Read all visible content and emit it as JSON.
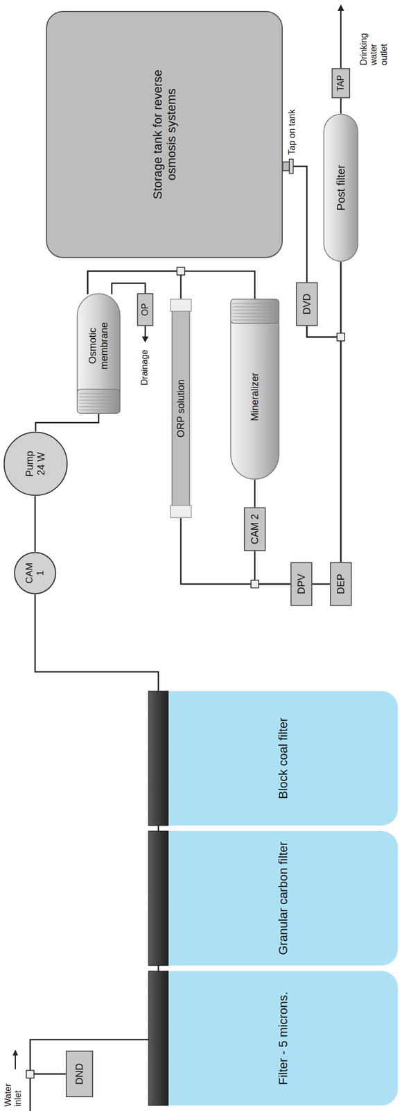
{
  "diagram": {
    "nodes": [
      {
        "text": [
          "DND"
        ]
      },
      {
        "text": [
          "Filter - 5 microns."
        ]
      },
      {
        "text": [
          "Granular carbon filter"
        ]
      },
      {
        "text": [
          "Block coal filter"
        ]
      },
      {
        "text": [
          "CAM 1"
        ]
      },
      {
        "text": [
          "Pump 24 W"
        ]
      },
      {
        "text": [
          "Osmotic membrane"
        ]
      },
      {
        "text": [
          "OP"
        ]
      },
      {
        "text": [
          "Mineralizer"
        ]
      },
      {
        "text": [
          "ORP solution"
        ]
      },
      {
        "text": [
          "CAM 2"
        ]
      },
      {
        "text": [
          "DPV"
        ]
      },
      {
        "text": [
          "DEP"
        ]
      },
      {
        "text": [
          "Storage tank for reverse osmosis systems"
        ]
      },
      {
        "text": [
          "DVD"
        ]
      },
      {
        "text": [
          "Post filter"
        ]
      },
      {
        "text": [
          "TAP"
        ]
      }
    ],
    "edges": [
      {
        "from": 0,
        "to": 1,
        "arrow": "none"
      },
      {
        "from": 1,
        "to": 2,
        "arrow": "none"
      },
      {
        "from": 2,
        "to": 3,
        "arrow": "none"
      },
      {
        "from": 3,
        "to": 4,
        "arrow": "none"
      },
      {
        "from": 4,
        "to": 5,
        "arrow": "none"
      },
      {
        "from": 5,
        "to": 6,
        "arrow": "none"
      },
      {
        "from": 6,
        "to": 7,
        "arrow": "none"
      },
      {
        "from": 6,
        "to": 8,
        "arrow": "none"
      },
      {
        "from": 6,
        "to": 9,
        "arrow": "none"
      },
      {
        "from": 8,
        "to": 10,
        "arrow": "none"
      },
      {
        "from": 10,
        "to": 11,
        "arrow": "none"
      },
      {
        "from": 9,
        "to": 11,
        "arrow": "none"
      },
      {
        "from": 11,
        "to": 12,
        "arrow": "none"
      },
      {
        "from": 12,
        "to": 15,
        "arrow": "none"
      },
      {
        "from": 12,
        "to": 14,
        "arrow": "none"
      },
      {
        "from": 13,
        "to": 14,
        "arrow": "none"
      },
      {
        "from": 14,
        "to": 15,
        "arrow": "none"
      },
      {
        "from": 15,
        "to": 16,
        "arrow": "none"
      }
    ],
    "labels": [
      "Water inlet",
      "Drainage",
      "Tap on tank",
      "Drinking water outlet"
    ]
  }
}
